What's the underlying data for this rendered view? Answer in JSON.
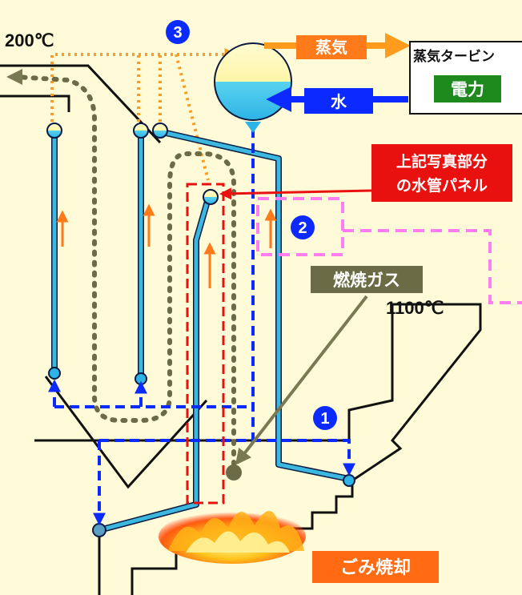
{
  "temps": {
    "top_left": "200℃",
    "furnace": "1100℃"
  },
  "labels": {
    "steam": "蒸気",
    "water": "水",
    "turbine": "蒸気タービン",
    "power": "電力",
    "callout_line1": "上記写真部分",
    "callout_line2": "の水管パネル",
    "gas": "燃焼ガス",
    "incineration": "ごみ焼却"
  },
  "markers": {
    "m1": "1",
    "m2": "2",
    "m3": "3"
  },
  "colors": {
    "background": "#fffbd8",
    "water_tube": "#3cb8e0",
    "steam_line": "#ff9c1e",
    "water_line": "#0a2aff",
    "gas_path": "#6b6b45",
    "callout": "#e8110f",
    "highlight": "#ff7df0",
    "power_text": "#1e8a1e"
  }
}
